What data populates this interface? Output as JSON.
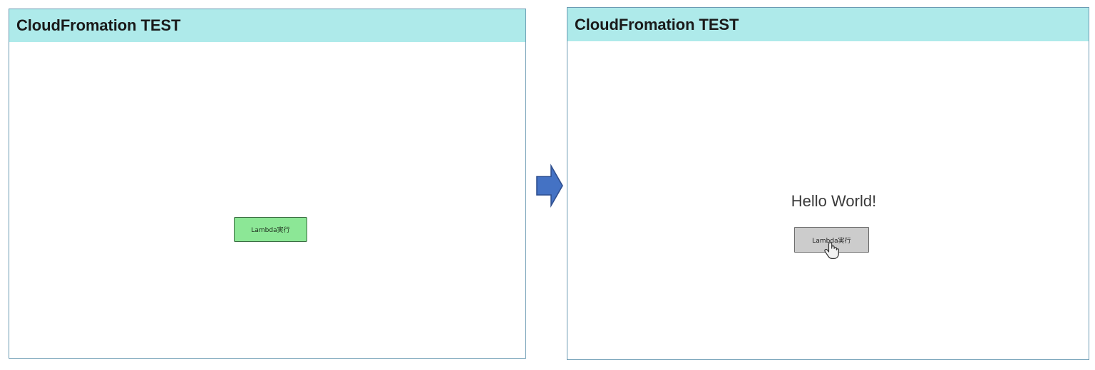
{
  "colors": {
    "header_bg": "#aeeaea",
    "panel_border": "#6b9bb3",
    "button_green": "#8ce796",
    "button_green_border": "#3b6b42",
    "button_gray": "#cccccc",
    "button_gray_border": "#6e6e6e",
    "arrow_fill": "#4472c4",
    "arrow_stroke": "#2f4f8f",
    "page_bg": "#ffffff",
    "title_text": "#1a1a1a",
    "hello_text": "#3a3a3a"
  },
  "panel_before": {
    "title": "CloudFromation TEST",
    "button": {
      "label": "Lambda実行"
    }
  },
  "transition": {
    "arrow_icon": "arrow-right-icon"
  },
  "panel_after": {
    "title": "CloudFromation TEST",
    "output_text": "Hello World!",
    "button": {
      "label": "Lambda実行"
    },
    "cursor_icon": "pointing-hand-cursor"
  }
}
